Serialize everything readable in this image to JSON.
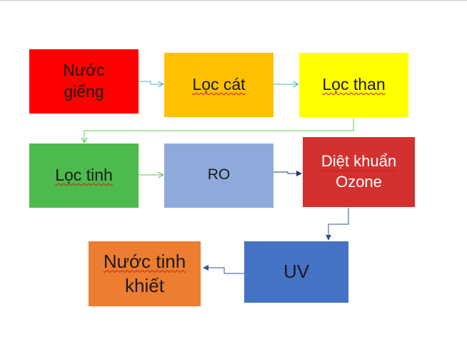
{
  "colors": {
    "red": "#ff0000",
    "amber": "#ffc000",
    "yellow": "#ffff00",
    "green": "#4cbb4c",
    "light_blue": "#8eaadb",
    "dark_red": "#d2312f",
    "blue": "#4472c4",
    "orange": "#ed7d31",
    "arrow_light": "#45b8c9",
    "arrow_green": "#5cc85c",
    "arrow_navy": "#1f3a68",
    "arrow_blue": "#2f5597"
  },
  "nodes": {
    "nuoc_gieng": {
      "line1": "Nước",
      "line2": "giếng"
    },
    "loc_cat": {
      "line1": "Lọc cát"
    },
    "loc_than": {
      "line1": "Lọc than"
    },
    "loc_tinh": {
      "line1": "Lọc tinh"
    },
    "ro": {
      "line1": "RO"
    },
    "diet_khuan": {
      "line1": "Diệt khuẩn",
      "line2": "Ozone"
    },
    "uv": {
      "line1": "UV"
    },
    "nuoc_tinh_khiet": {
      "line1": "Nước tinh",
      "line2": "khiết"
    }
  }
}
